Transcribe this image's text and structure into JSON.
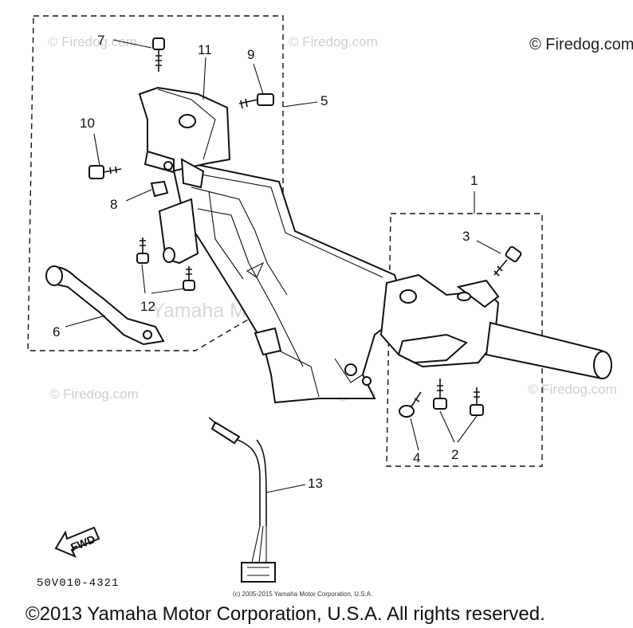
{
  "brand_mark": "© Firedog.com",
  "watermarks": {
    "site": "© Firedog.com",
    "center": "Yamaha Motor Corp U.S.A."
  },
  "callouts": {
    "c1": "1",
    "c2": "2",
    "c3": "3",
    "c4": "4",
    "c5": "5",
    "c6": "6",
    "c7": "7",
    "c8": "8",
    "c9": "9",
    "c10": "10",
    "c11": "11",
    "c12": "12",
    "c13": "13"
  },
  "fwd_label": "FWD",
  "part_code": "50V010-4321",
  "small_copyright": "(c) 2005-2015 Yamaha Motor Corporation, U.S.A.",
  "footer": "©2013 Yamaha Motor Corporation, U.S.A. All rights reserved."
}
